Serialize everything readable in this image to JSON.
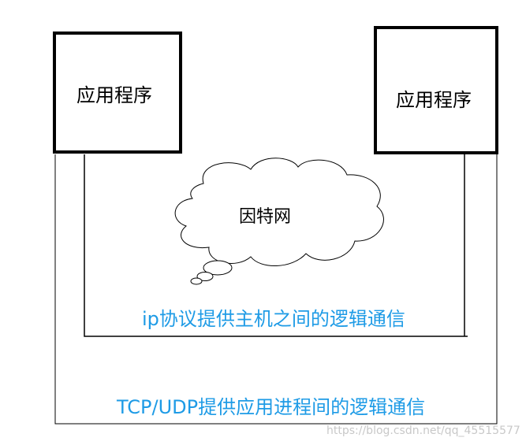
{
  "app_box_left": {
    "label": "应用程序"
  },
  "app_box_right": {
    "label": "应用程序"
  },
  "cloud": {
    "label": "因特网"
  },
  "ip_layer": {
    "label": "ip协议提供主机之间的逻辑通信",
    "color": "#1e9be6"
  },
  "transport_layer": {
    "label": "TCP/UDP提供应用进程间的逻辑通信",
    "color": "#1e9be6"
  },
  "watermark": {
    "text": "https://blog.csdn.net/qq_45515577"
  }
}
